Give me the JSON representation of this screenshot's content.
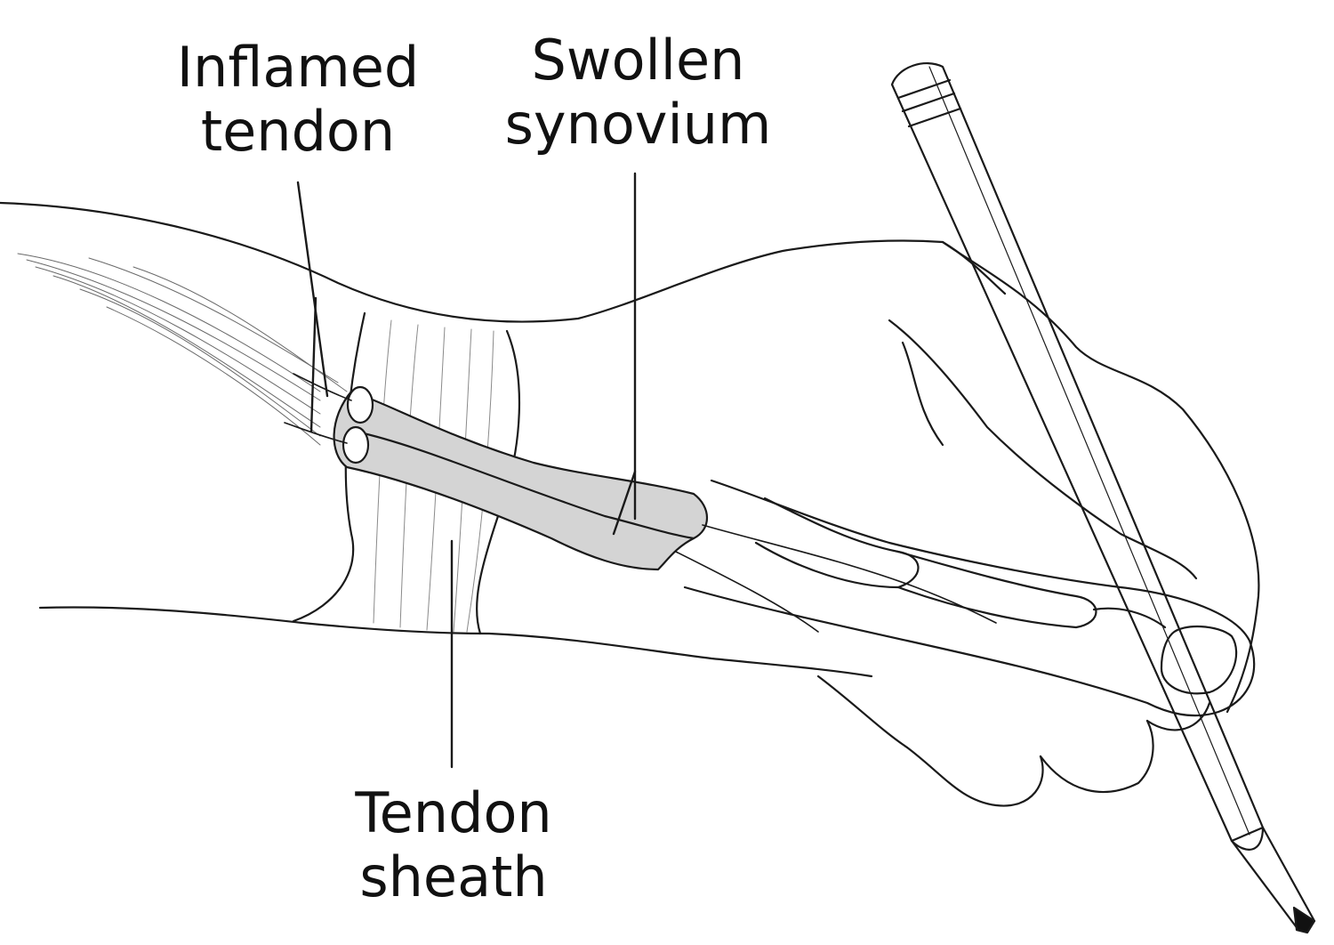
{
  "labels": {
    "inflamed_tendon": [
      "Inflamed",
      "tendon"
    ],
    "swollen_synovium": [
      "Swollen",
      "synovium"
    ],
    "tendon_sheath": [
      "Tendon",
      "sheath"
    ]
  },
  "colors": {
    "outline": "#1a1a1a",
    "shading": "#d4d4d4",
    "background": "#ffffff",
    "pencil_tip": "#111111"
  },
  "illustration": {
    "subject": "hand-holding-pencil",
    "icons": [
      "pencil-icon",
      "hand-icon",
      "tendon-icon"
    ]
  }
}
